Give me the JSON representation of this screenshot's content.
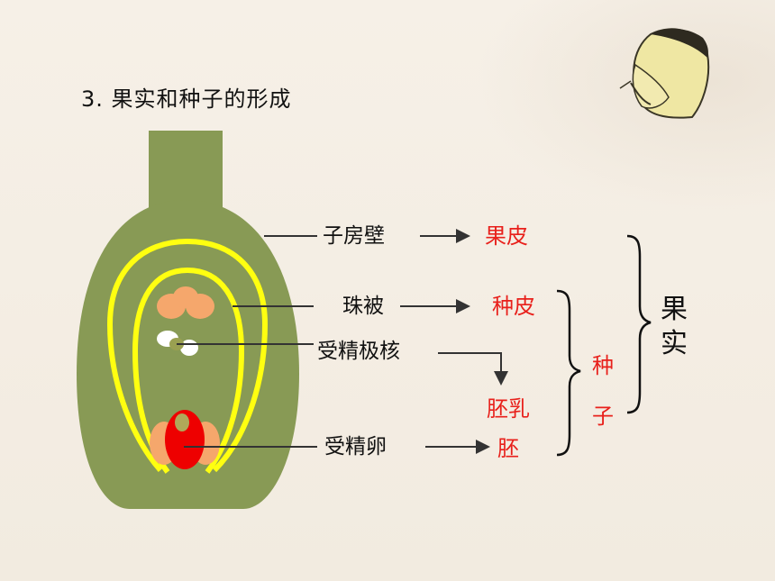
{
  "title": "3. 果实和种子的形成",
  "labels": {
    "ovary_wall": "子房壁",
    "integument": "珠被",
    "fertilized_polar_nuclei": "受精极核",
    "fertilized_egg": "受精卵"
  },
  "results": {
    "pericarp": "果皮",
    "seed_coat": "种皮",
    "endosperm": "胚乳",
    "embryo": "胚"
  },
  "groups": {
    "seed": [
      "种",
      "子"
    ],
    "fruit": [
      "果",
      "实"
    ]
  },
  "colors": {
    "ovary": "#889a55",
    "ovule_outline": "#ffff10",
    "red_text": "#e8201b",
    "egg": "#ee0000",
    "synergid": "#f5a76c"
  },
  "icons": [
    "butterfly-icon"
  ]
}
